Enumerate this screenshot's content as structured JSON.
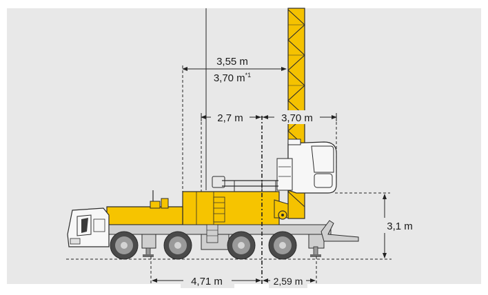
{
  "colors": {
    "background": "#e8e8e8",
    "crane_yellow": "#f6c400",
    "boom_yellow": "#f5c200",
    "chassis_gray": "#cfcfcf",
    "tire_dark": "#4a4a4a",
    "cab_white": "#f7f7f7",
    "line": "#222222"
  },
  "dimensions": {
    "top_label_line1": "3,55 m",
    "top_label_line2": "3,70 m",
    "top_label_footnote": "*1",
    "left_counterweight": "2,7 m",
    "right_boom_reach": "3,70 m",
    "height": "3,1 m",
    "bottom_left": "4,71 m",
    "bottom_right": "2,59 m"
  }
}
